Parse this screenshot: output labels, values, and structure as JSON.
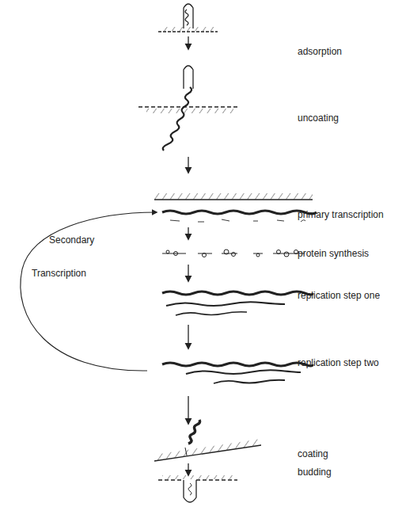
{
  "diagram": {
    "labels": [
      "adsorption",
      "uncoating",
      "primary transcription",
      "protein synthesis",
      "replication step one",
      "replication step two",
      "coating",
      "budding",
      "Secondary",
      "Transcription"
    ]
  }
}
